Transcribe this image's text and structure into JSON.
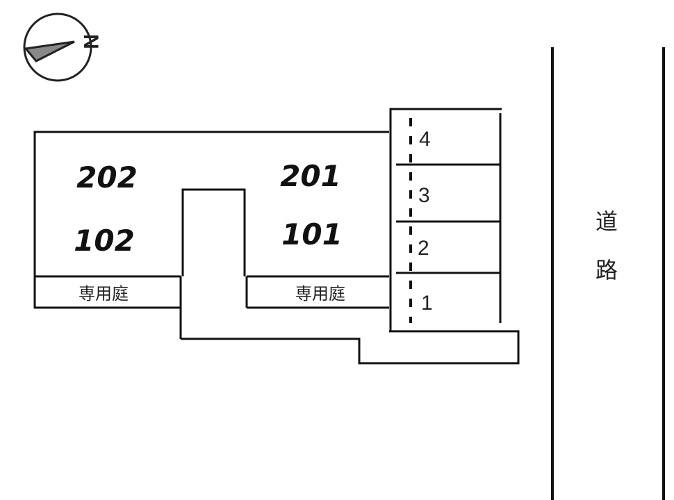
{
  "compass": {
    "letter": "N"
  },
  "building": {
    "units": [
      {
        "id": "unit-202",
        "label": "202"
      },
      {
        "id": "unit-201",
        "label": "201"
      },
      {
        "id": "unit-102",
        "label": "102"
      },
      {
        "id": "unit-101",
        "label": "101"
      }
    ],
    "gardens": [
      {
        "id": "garden-left",
        "label": "専用庭"
      },
      {
        "id": "garden-right",
        "label": "専用庭"
      }
    ]
  },
  "parking": {
    "slots": [
      "4",
      "3",
      "2",
      "1"
    ]
  },
  "road": {
    "chars": [
      "道",
      "路"
    ]
  }
}
